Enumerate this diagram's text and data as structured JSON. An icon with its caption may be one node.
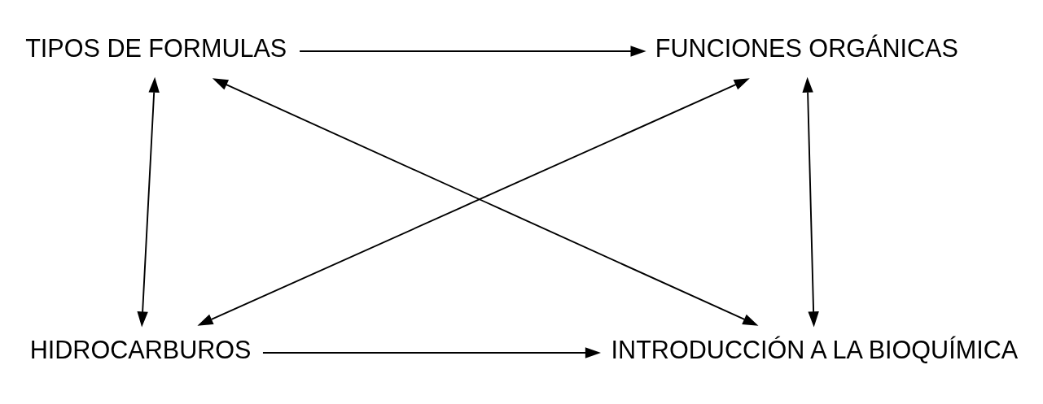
{
  "diagram": {
    "nodes": [
      {
        "text": [
          "TIPOS DE FORMULAS"
        ]
      },
      {
        "text": [
          "FUNCIONES ORGÁNICAS"
        ]
      },
      {
        "text": [
          "HIDROCARBUROS"
        ]
      },
      {
        "text": [
          "INTRODUCCIÓN A LA BIOQUÍMICA"
        ]
      }
    ],
    "edges": [
      {
        "from": 0,
        "to": 1,
        "arrow": "to"
      },
      {
        "from": 0,
        "to": 2,
        "arrow": "both"
      },
      {
        "from": 0,
        "to": 3,
        "arrow": "both"
      },
      {
        "from": 1,
        "to": 2,
        "arrow": "both"
      },
      {
        "from": 1,
        "to": 3,
        "arrow": "both"
      },
      {
        "from": 2,
        "to": 3,
        "arrow": "to"
      }
    ]
  }
}
